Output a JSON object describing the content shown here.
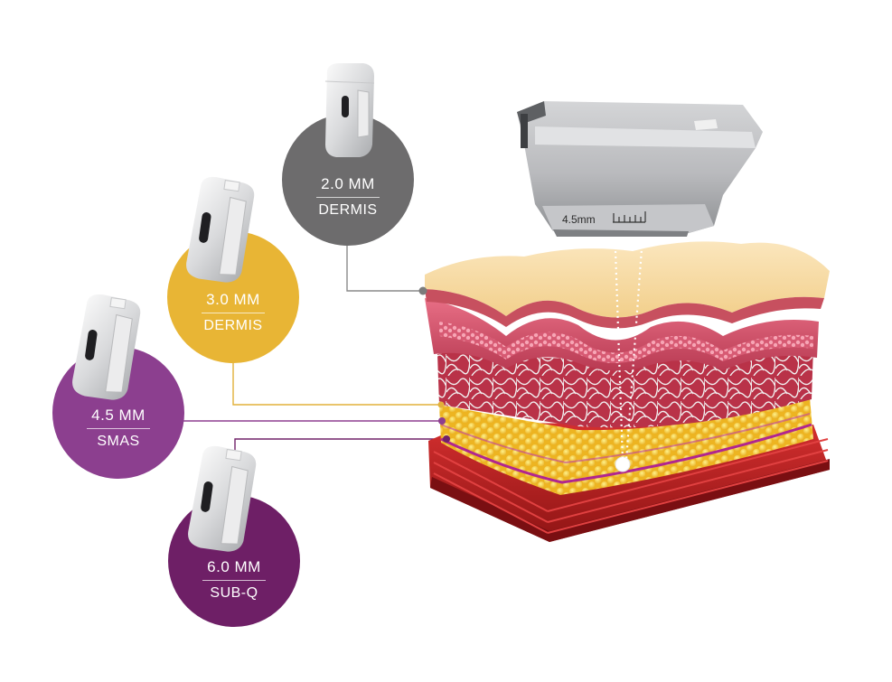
{
  "colors": {
    "gray": "#6d6c6d",
    "gold": "#e8b535",
    "violet": "#8c3f8f",
    "plum": "#6e1f66",
    "leader_gray": "#8a8a8a",
    "leader_gold": "#e2b03a",
    "leader_violet": "#8d3f90",
    "leader_plum": "#71226a"
  },
  "cartridges": [
    {
      "depth": "2.0 MM",
      "layer": "DERMIS",
      "color_key": "gray",
      "icon": "cartridge-icon"
    },
    {
      "depth": "3.0 MM",
      "layer": "DERMIS",
      "color_key": "gold",
      "icon": "cartridge-icon"
    },
    {
      "depth": "4.5 MM",
      "layer": "SMAS",
      "color_key": "violet",
      "icon": "cartridge-icon"
    },
    {
      "depth": "6.0 MM",
      "layer": "SUB-Q",
      "color_key": "plum",
      "icon": "cartridge-icon"
    }
  ],
  "handpiece": {
    "scale_label": "4.5mm",
    "icon": "handpiece-icon"
  },
  "skin_model": {
    "icon": "skin-cross-section-icon"
  }
}
